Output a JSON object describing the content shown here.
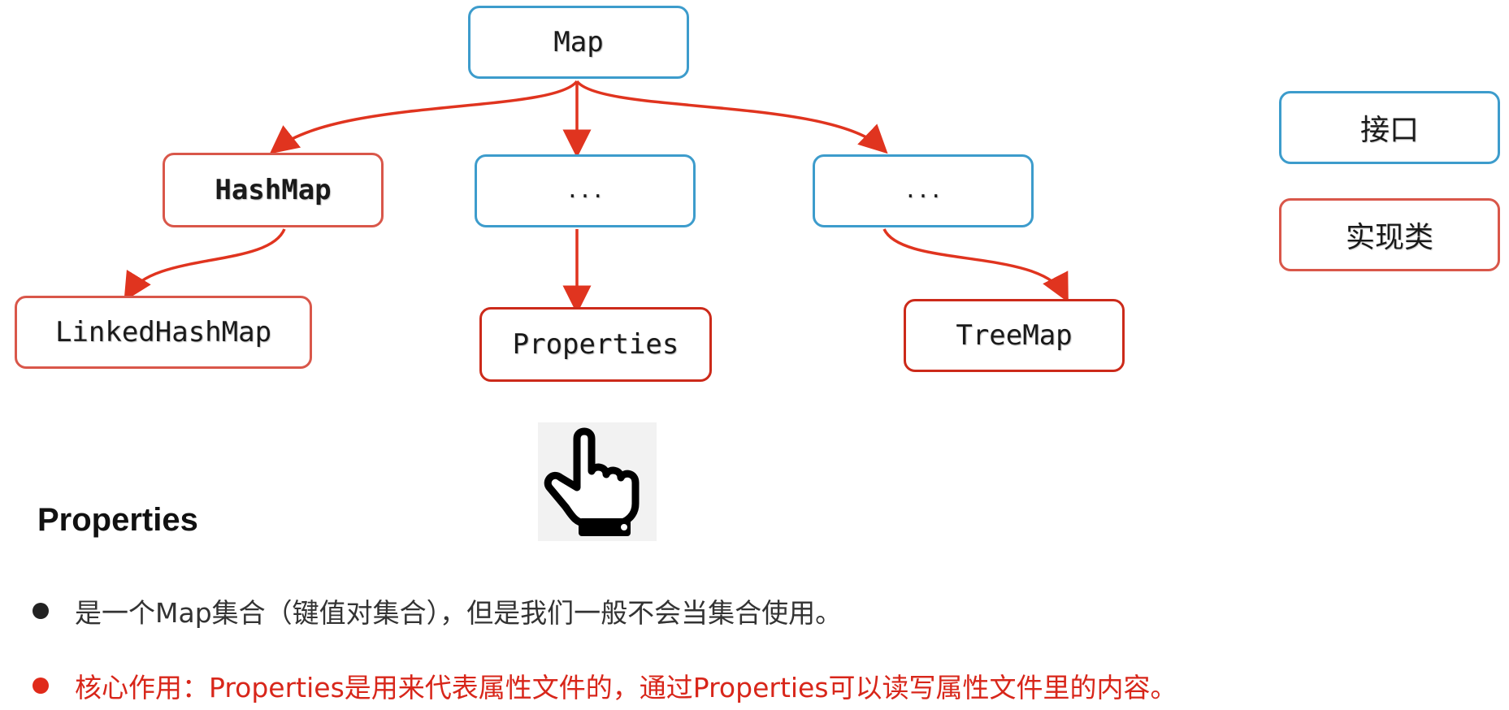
{
  "diagram": {
    "nodes": {
      "map": {
        "label": "Map",
        "kind": "interface"
      },
      "hashmap": {
        "label": "HashMap",
        "kind": "implementation"
      },
      "ellipsis_mid": {
        "label": "...",
        "kind": "interface"
      },
      "ellipsis_right": {
        "label": "...",
        "kind": "interface"
      },
      "linkedhashmap": {
        "label": "LinkedHashMap",
        "kind": "implementation"
      },
      "properties": {
        "label": "Properties",
        "kind": "implementation"
      },
      "treemap": {
        "label": "TreeMap",
        "kind": "implementation"
      }
    },
    "edges": [
      {
        "from": "Map",
        "to": "HashMap"
      },
      {
        "from": "Map",
        "to": "..."
      },
      {
        "from": "Map",
        "to": "..."
      },
      {
        "from": "HashMap",
        "to": "LinkedHashMap"
      },
      {
        "from": "...",
        "to": "Properties"
      },
      {
        "from": "...",
        "to": "TreeMap"
      }
    ],
    "colors": {
      "interface_border": "#3d9ccc",
      "implementation_border": "#d9574a",
      "arrow": "#e0341f"
    }
  },
  "legend": {
    "interface_label": "接口",
    "implementation_label": "实现类"
  },
  "pointer": {
    "icon": "pointing-hand-icon"
  },
  "section": {
    "title": "Properties",
    "bullets": [
      {
        "text": "是一个Map集合（键值对集合），但是我们一般不会当集合使用。",
        "color": "#333333"
      },
      {
        "text": "核心作用：Properties是用来代表属性文件的，通过Properties可以读写属性文件里的内容。",
        "color": "#d8261a"
      }
    ]
  }
}
